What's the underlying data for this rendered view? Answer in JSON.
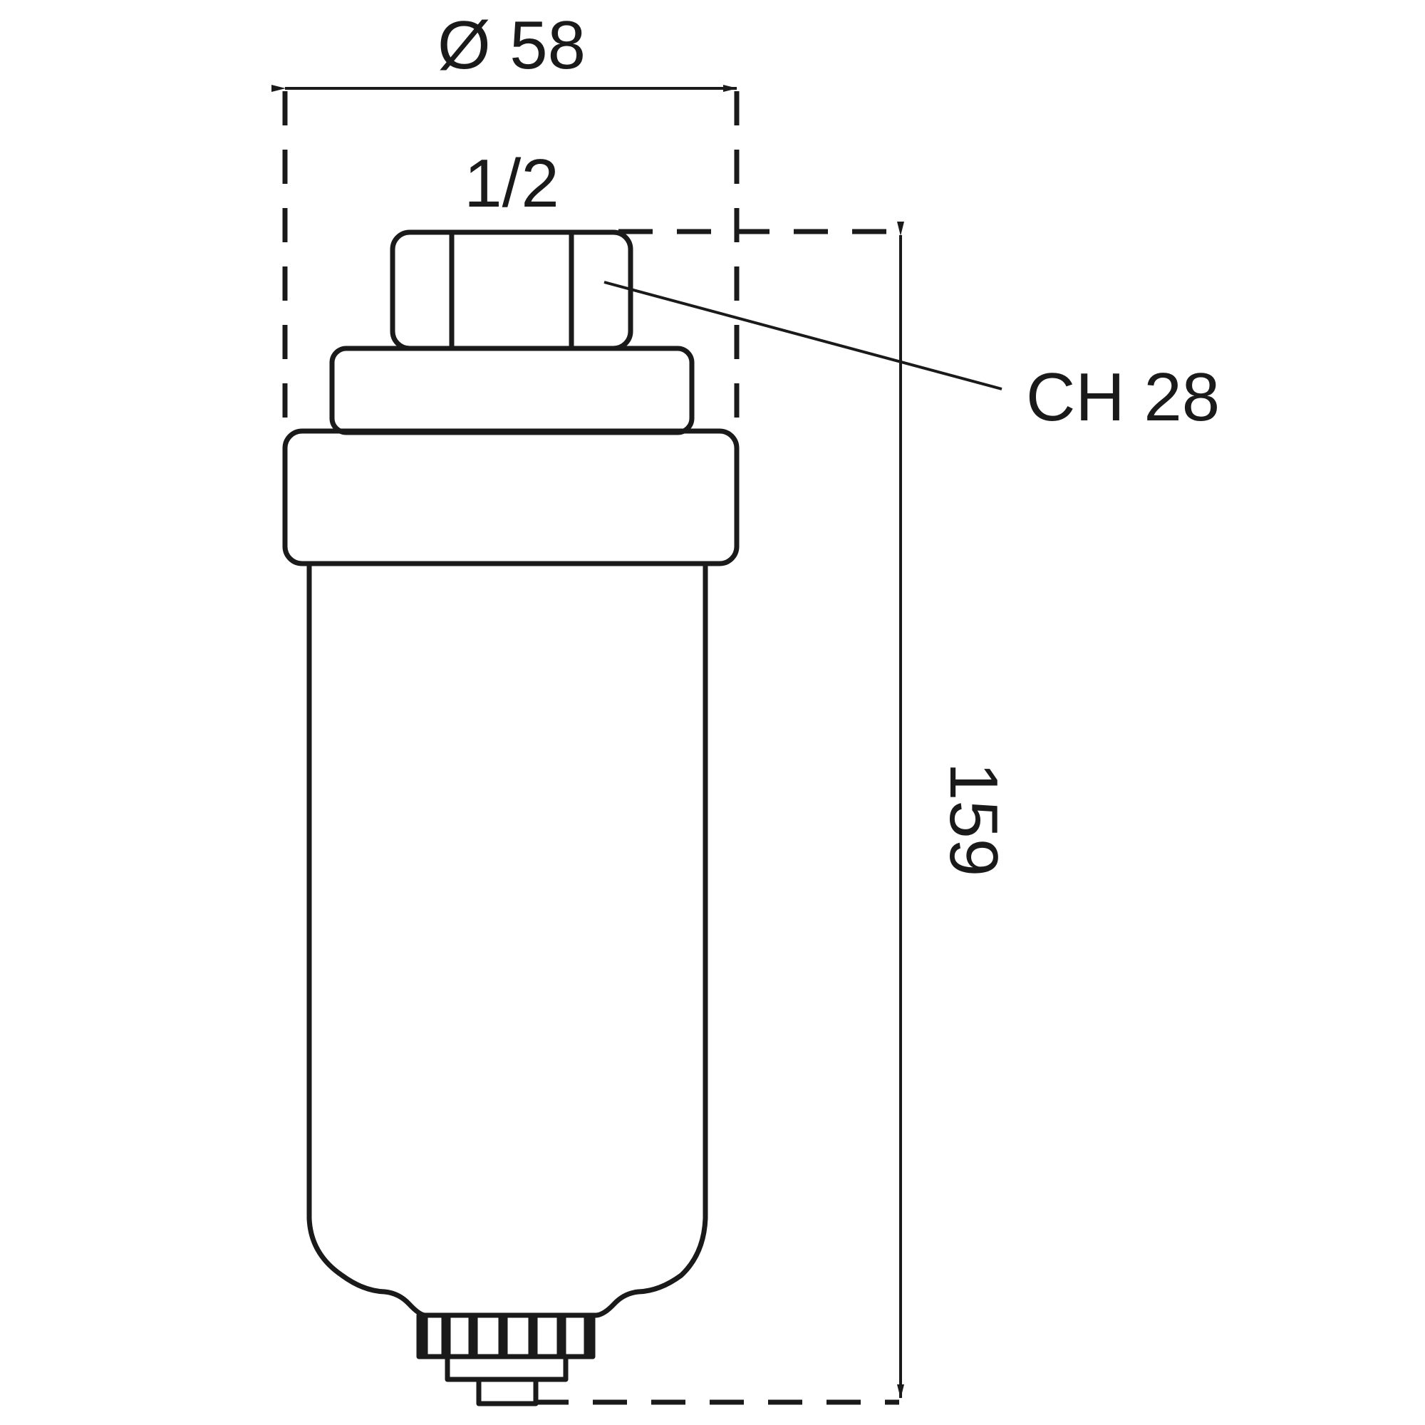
{
  "labels": {
    "diameter": "Ø 58",
    "thread": "1/2",
    "wrench_size": "CH 28",
    "height": "159"
  },
  "colors": {
    "line": "#1a1a1a",
    "background": "#ffffff"
  }
}
